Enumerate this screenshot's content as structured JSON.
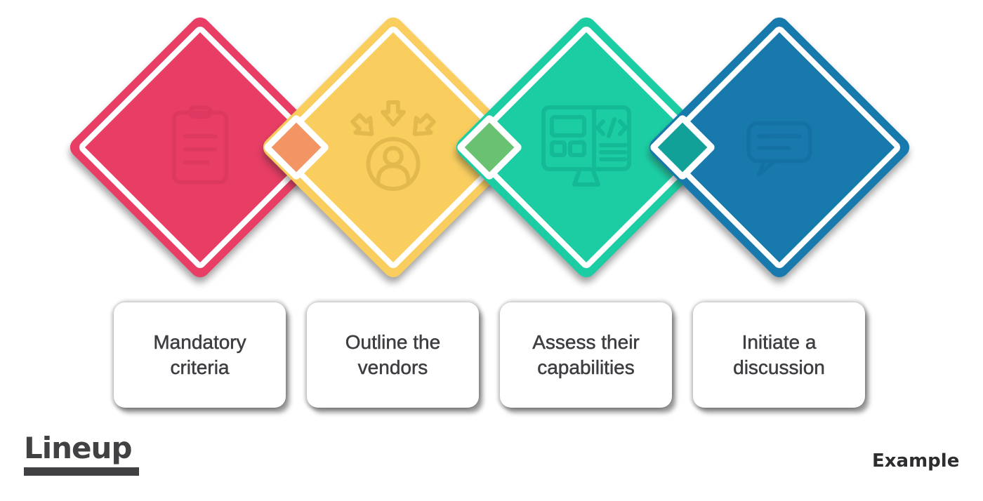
{
  "steps": [
    {
      "line1": "Mandatory",
      "line2": "criteria",
      "color": "#E83D64",
      "icon": "checklist-icon"
    },
    {
      "line1": "Outline the",
      "line2": "vendors",
      "color": "#F9CE5F",
      "icon": "converging-arrows-user-icon"
    },
    {
      "line1": "Assess their",
      "line2": "capabilities",
      "color": "#1CCDA3",
      "icon": "monitor-code-icon"
    },
    {
      "line1": "Initiate a",
      "line2": "discussion",
      "color": "#1779AC",
      "icon": "chat-bubble-icon"
    }
  ],
  "overlaps": [
    {
      "color": "#F29463"
    },
    {
      "color": "#69C271"
    },
    {
      "color": "#12A198"
    }
  ],
  "footer": {
    "brand": "Lineup",
    "note": "Example"
  },
  "colors": {
    "background": "#FFFFFF",
    "ring": "#FFFFFF",
    "card_text": "#3D3D42",
    "footer_text": "#414144"
  }
}
